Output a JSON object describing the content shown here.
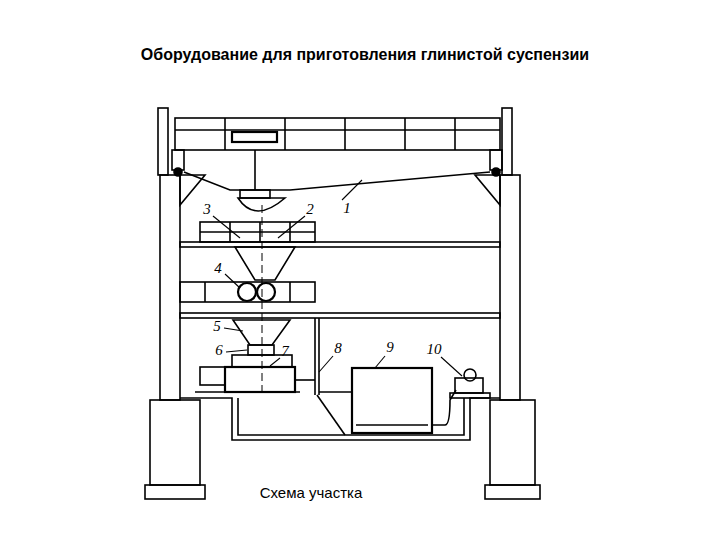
{
  "diagram": {
    "title": "Оборудование для приготовления глинистой суспензии",
    "caption": "Схема участка",
    "labels": [
      "3",
      "2",
      "1",
      "4",
      "5",
      "6",
      "7",
      "8",
      "9",
      "10"
    ]
  }
}
